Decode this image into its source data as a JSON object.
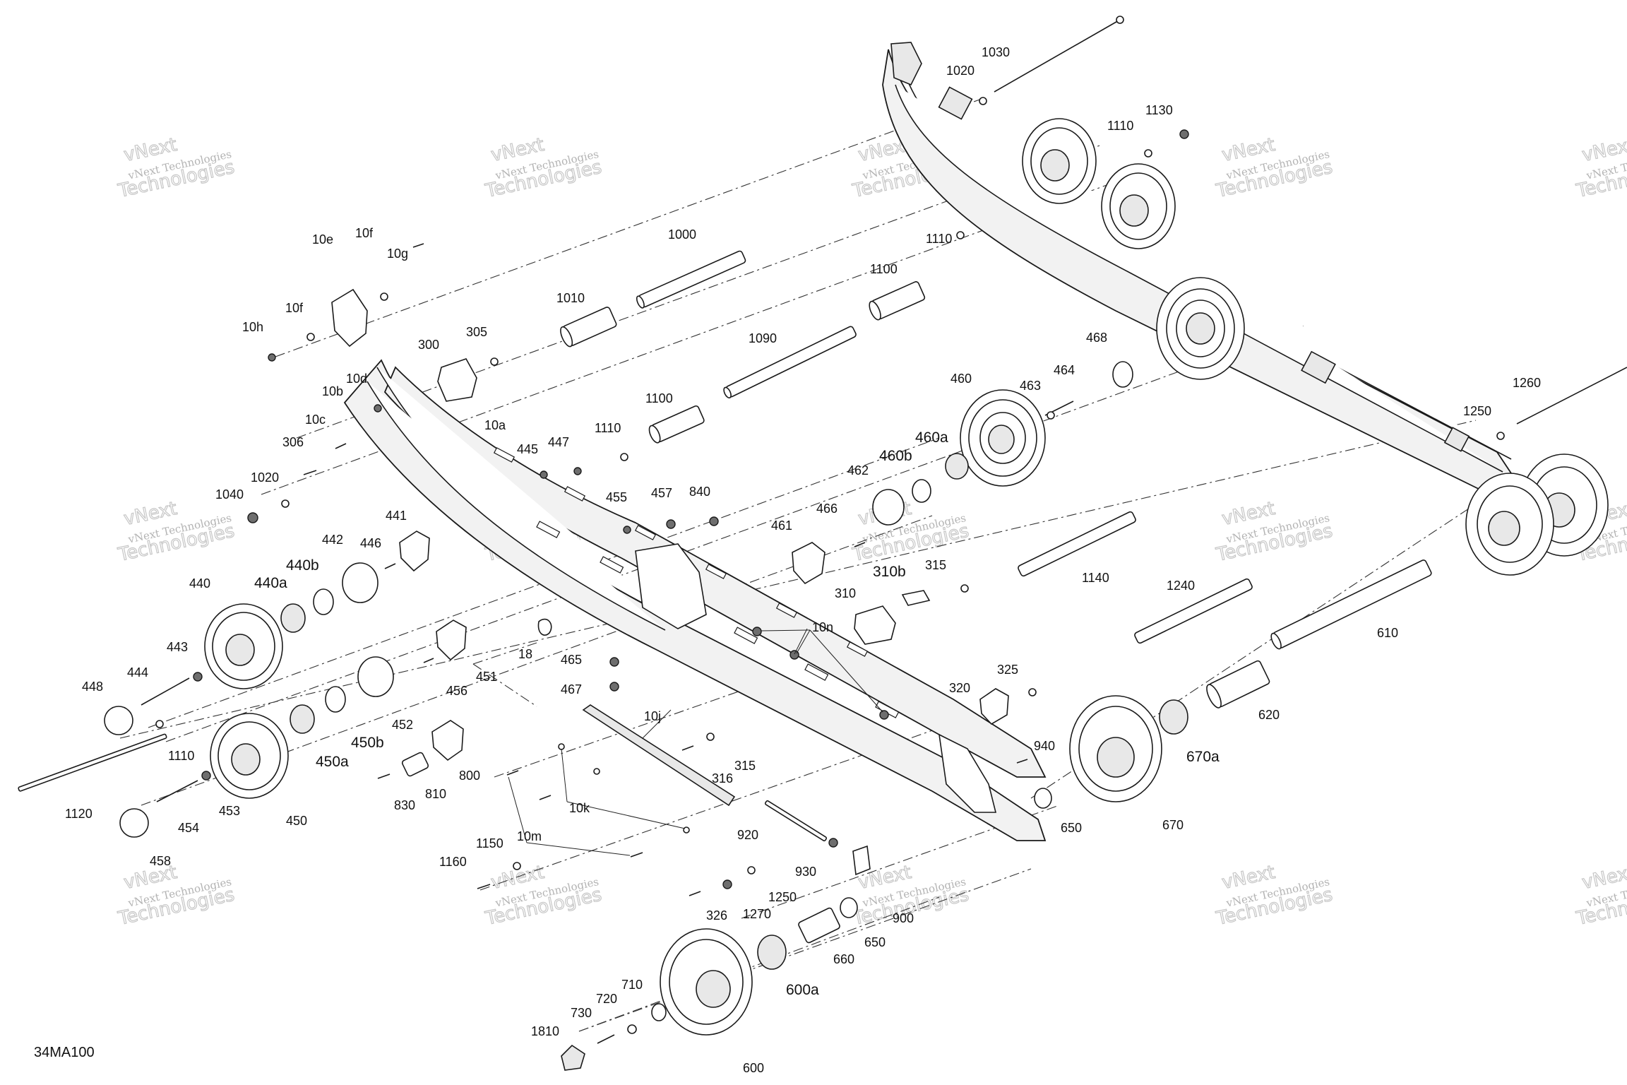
{
  "diagram_code": "34MA100",
  "watermark": {
    "line1": "vNext Technologies",
    "line2": "Technologies",
    "outline": "vNext"
  },
  "callouts": {
    "c10a": "10a",
    "c10b": "10b",
    "c10c": "10c",
    "c10d": "10d",
    "c10e": "10e",
    "c10f1": "10f",
    "c10f2": "10f",
    "c10g": "10g",
    "c10h": "10h",
    "c10j": "10j",
    "c10k": "10k",
    "c10m": "10m",
    "c10n": "10n",
    "c18": "18",
    "c300": "300",
    "c305": "305",
    "c306": "306",
    "c310": "310",
    "c310b": "310b",
    "c315a": "315",
    "c315b": "315",
    "c316": "316",
    "c320": "320",
    "c325": "325",
    "c326": "326",
    "c440": "440",
    "c440a": "440a",
    "c440b": "440b",
    "c441": "441",
    "c442": "442",
    "c443": "443",
    "c444": "444",
    "c445": "445",
    "c446": "446",
    "c447": "447",
    "c448": "448",
    "c450": "450",
    "c450a": "450a",
    "c450b": "450b",
    "c451": "451",
    "c452": "452",
    "c453": "453",
    "c454": "454",
    "c455": "455",
    "c456": "456",
    "c457": "457",
    "c458": "458",
    "c460": "460",
    "c460a": "460a",
    "c460b": "460b",
    "c461": "461",
    "c462": "462",
    "c463": "463",
    "c464": "464",
    "c465": "465",
    "c466": "466",
    "c467": "467",
    "c468": "468",
    "c600": "600",
    "c600a": "600a",
    "c610": "610",
    "c620": "620",
    "c650a": "650",
    "c650b": "650",
    "c660": "660",
    "c670": "670",
    "c670a": "670a",
    "c710": "710",
    "c720": "720",
    "c730": "730",
    "c800": "800",
    "c810": "810",
    "c830": "830",
    "c840": "840",
    "c900": "900",
    "c920": "920",
    "c930": "930",
    "c940": "940",
    "c1000": "1000",
    "c1010": "1010",
    "c1020a": "1020",
    "c1020b": "1020",
    "c1030": "1030",
    "c1040": "1040",
    "c1090": "1090",
    "c1100a": "1100",
    "c1100b": "1100",
    "c1110a": "1110",
    "c1110b": "1110",
    "c1110c": "1110",
    "c1110d": "1110",
    "c1120": "1120",
    "c1130": "1130",
    "c1140": "1140",
    "c1150": "1150",
    "c1160": "1160",
    "c1240": "1240",
    "c1250a": "1250",
    "c1250b": "1250",
    "c1260": "1260",
    "c1270": "1270",
    "c1810": "1810"
  }
}
